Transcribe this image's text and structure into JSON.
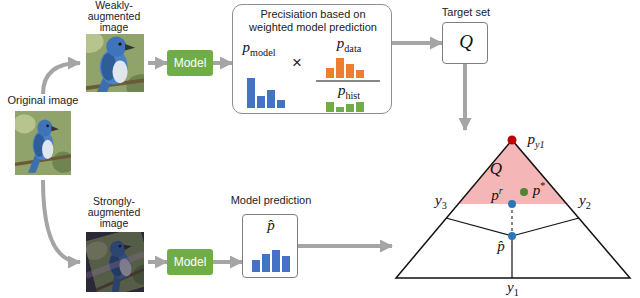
{
  "diagram": {
    "nodes": [
      {
        "text": [
          "Original image"
        ]
      },
      {
        "text": [
          "Weakly-augmented image"
        ]
      },
      {
        "text": [
          "Strongly-augmented image"
        ]
      },
      {
        "text": [
          "Model"
        ]
      },
      {
        "text": [
          "Model"
        ]
      },
      {
        "text": [
          "Precisiation based on weighted model prediction",
          "pmodel",
          "×",
          "pdata",
          "phist"
        ]
      },
      {
        "text": [
          "Target set",
          "Q"
        ]
      },
      {
        "text": [
          "Model prediction",
          "p̂"
        ]
      },
      {
        "text": [
          "py1",
          "Q",
          "p*",
          "y3",
          "y2",
          "pr",
          "p̂",
          "y1"
        ]
      }
    ],
    "edges": [
      {
        "from": 0,
        "to": 1,
        "arrow": "to"
      },
      {
        "from": 0,
        "to": 2,
        "arrow": "to"
      },
      {
        "from": 1,
        "to": 3,
        "arrow": "to"
      },
      {
        "from": 3,
        "to": 5,
        "arrow": "to"
      },
      {
        "from": 5,
        "to": 6,
        "arrow": "to"
      },
      {
        "from": 6,
        "to": 8,
        "arrow": "to"
      },
      {
        "from": 2,
        "to": 4,
        "arrow": "to"
      },
      {
        "from": 4,
        "to": 7,
        "arrow": "to"
      },
      {
        "from": 7,
        "to": 8,
        "arrow": "to"
      }
    ]
  }
}
